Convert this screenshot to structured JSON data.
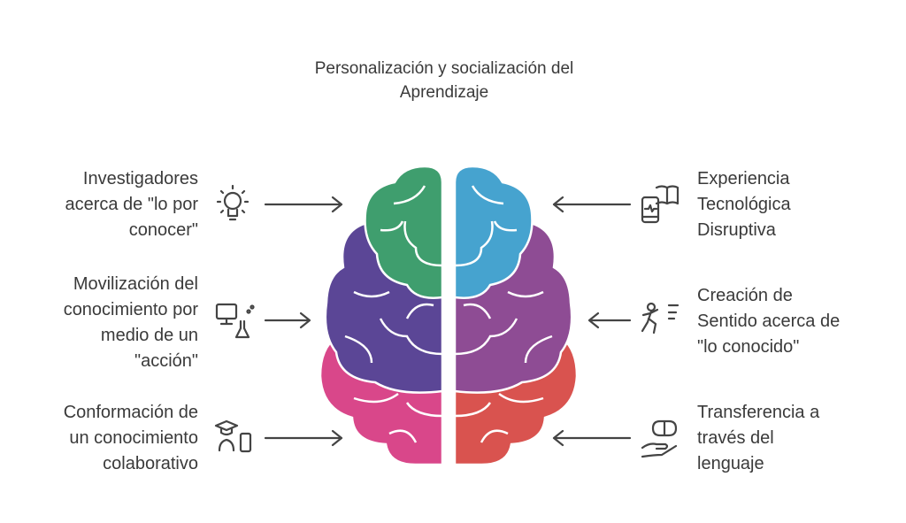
{
  "title": {
    "line1": "Personalización y socialización del",
    "line2": "Aprendizaje"
  },
  "left": [
    {
      "lines": [
        "Investigadores",
        "acerca de \"lo por",
        "conocer\""
      ],
      "icon": "lightbulb-icon"
    },
    {
      "lines": [
        "Movilización del",
        "conocimiento por",
        "medio de un",
        "\"acción\""
      ],
      "icon": "computer-flask-icon"
    },
    {
      "lines": [
        "Conformación de",
        "un conocimiento",
        "colaborativo"
      ],
      "icon": "graduate-phone-icon"
    }
  ],
  "right": [
    {
      "lines": [
        "Experiencia",
        "Tecnológica",
        "Disruptiva"
      ],
      "icon": "phone-book-icon"
    },
    {
      "lines": [
        "Creación de",
        "Sentido acerca de",
        "\"lo conocido\""
      ],
      "icon": "running-person-icon"
    },
    {
      "lines": [
        "Transferencia a",
        "través del",
        "lenguaje"
      ],
      "icon": "brain-hand-icon"
    }
  ],
  "colors": {
    "green": "#3f9e6e",
    "purple_left": "#5b4696",
    "pink": "#d9478a",
    "blue": "#46a3cf",
    "purple_right": "#8e4c94",
    "red": "#d9534f"
  }
}
